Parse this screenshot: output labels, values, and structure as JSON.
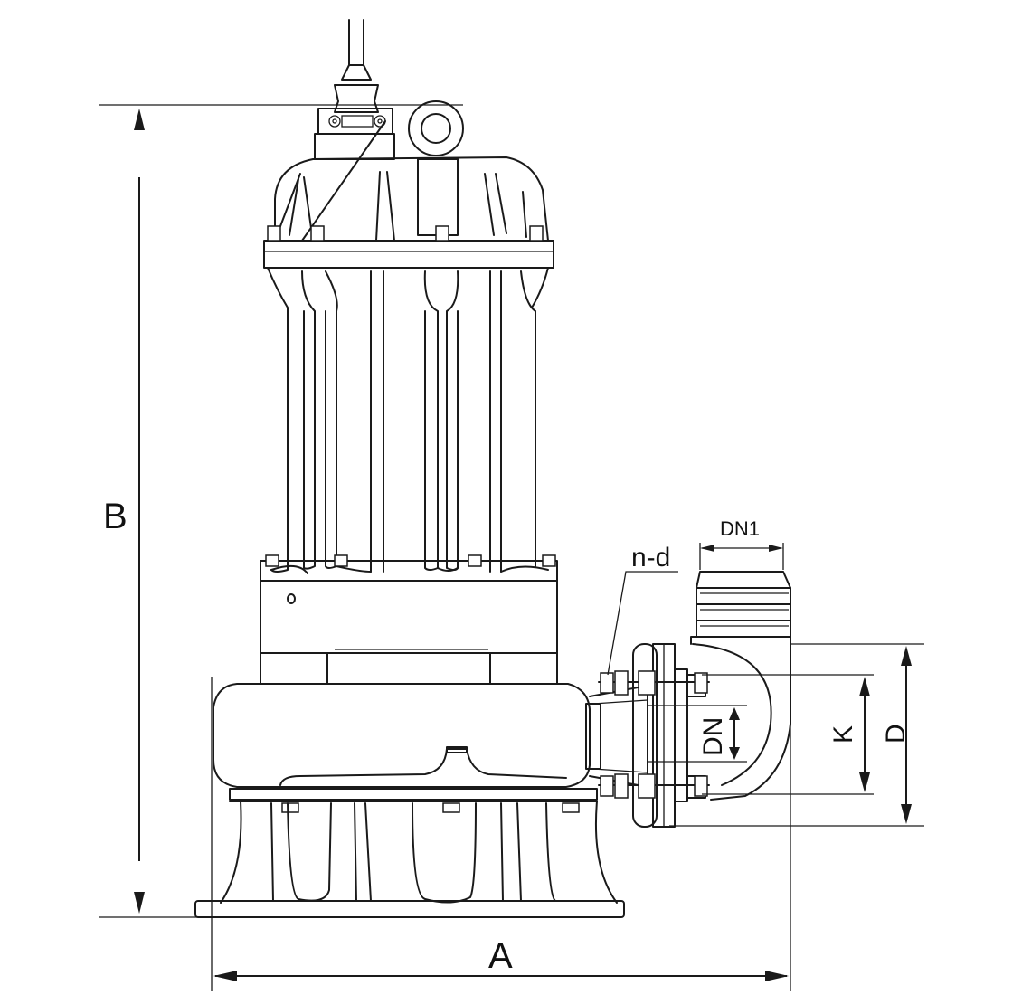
{
  "labels": {
    "A": "A",
    "B": "B",
    "D": "D",
    "K": "K",
    "DN": "DN",
    "DN1": "DN1",
    "nd": "n-d"
  }
}
